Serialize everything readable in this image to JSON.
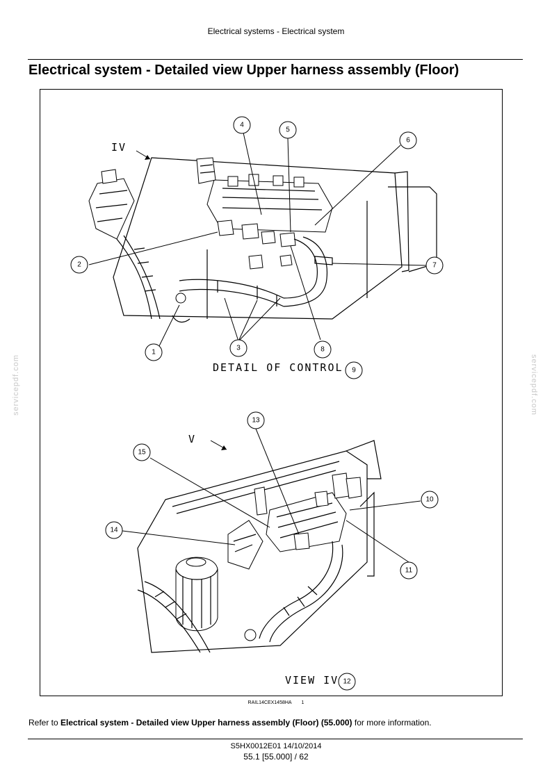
{
  "header": {
    "section": "Electrical systems - Electrical system"
  },
  "title": "Electrical system - Detailed view Upper harness assembly (Floor)",
  "figure": {
    "view_labels": {
      "top_arrow": "IV",
      "bottom_arrow": "V",
      "detail": "DETAIL OF CONTROL",
      "view": "VIEW IV"
    },
    "callouts": [
      "1",
      "2",
      "3",
      "4",
      "5",
      "6",
      "7",
      "8",
      "9",
      "10",
      "11",
      "12",
      "13",
      "14",
      "15"
    ],
    "image_code": "RAIL14CEX1458HA",
    "figure_number": "1"
  },
  "refer": {
    "prefix": "Refer to",
    "link": "Electrical system - Detailed view Upper harness assembly (Floor) (55.000)",
    "suffix": "for more information."
  },
  "footer": {
    "doc": "S5HX0012E01 14/10/2014",
    "page": "55.1 [55.000] / 62"
  },
  "watermark": "servicepdf.com"
}
